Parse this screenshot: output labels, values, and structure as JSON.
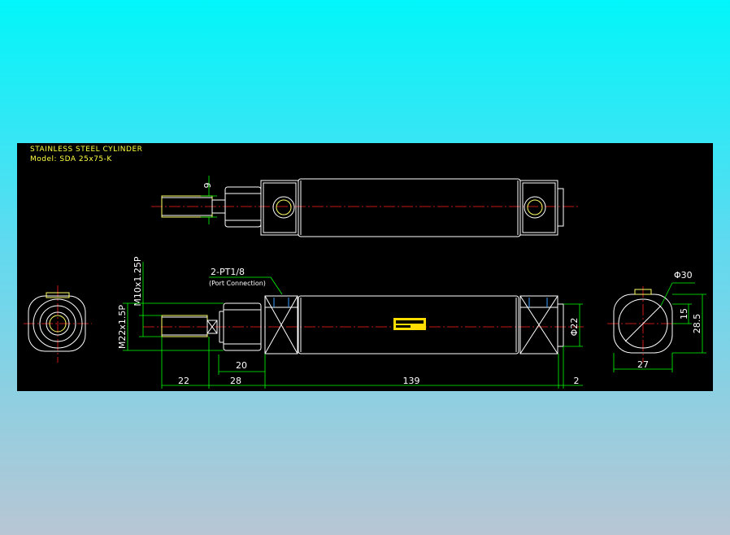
{
  "title": {
    "line1": "STAINLESS  STEEL  CYLINDER",
    "line2": "Model:  SDA  25x75-K"
  },
  "dimensions": {
    "d22": "22",
    "d28": "28",
    "d20": "20",
    "d139": "139",
    "d2": "2",
    "d9": "9",
    "m10": "M10x1.25P",
    "m22": "M22x1.5P",
    "dia22": "Φ22",
    "dia30": "Φ30",
    "d27": "27",
    "d15": "15",
    "d285": "28.5"
  },
  "port_note": {
    "label": "2-PT1/8",
    "sub": "(Port Connection)"
  },
  "colors": {
    "outline": "#ffffff",
    "dimension": "#00ff00",
    "centerline": "#ff2020",
    "title": "#ffff40",
    "background": "#000000"
  }
}
